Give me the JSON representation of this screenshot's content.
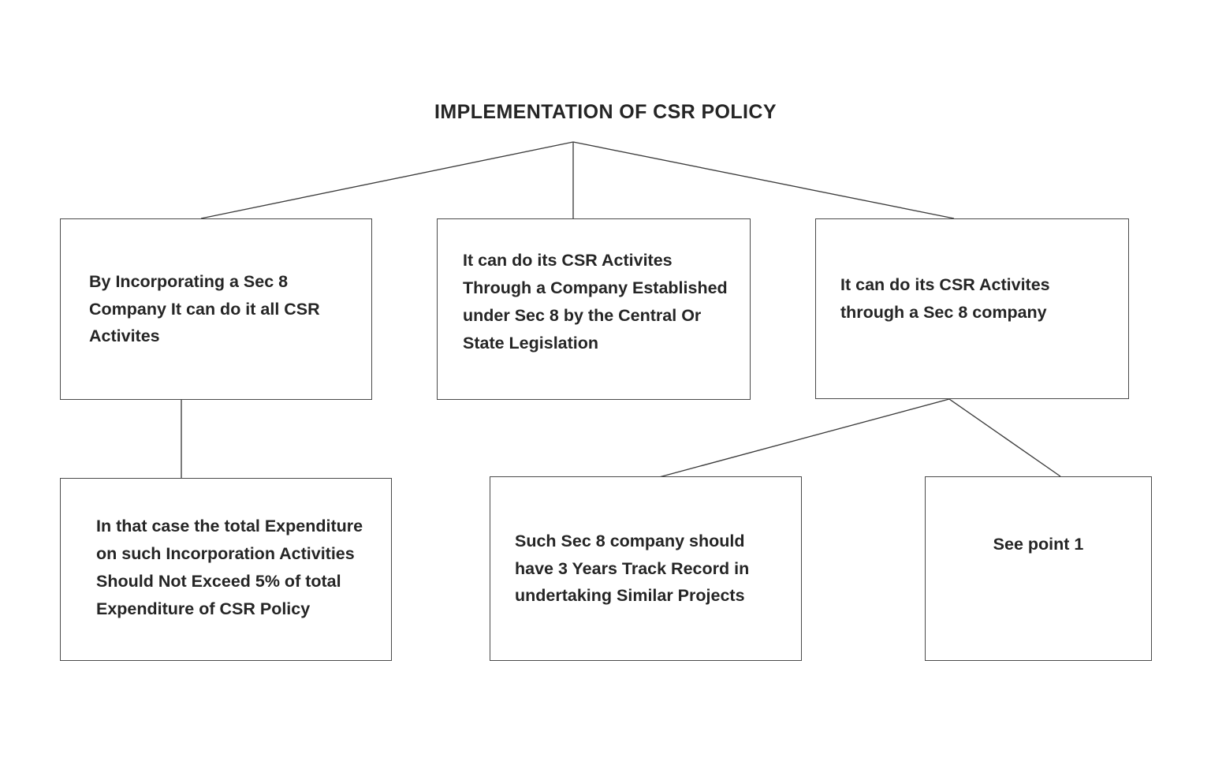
{
  "diagram": {
    "title": "IMPLEMENTATION OF CSR POLICY",
    "type": "hierarchy-tree",
    "colors": {
      "background": "#ffffff",
      "box_border": "#4a4a4a",
      "connector_line": "#3c3c3c",
      "text": "#252525"
    },
    "nodes": {
      "root": {
        "label": "IMPLEMENTATION OF CSR POLICY"
      },
      "level1": [
        {
          "id": "sec8-incorporate",
          "text": "By Incorporating a Sec 8 Company It can do it all CSR Activites"
        },
        {
          "id": "central-state-legislation",
          "text": "It can do its CSR Activites Through a Company Established under Sec 8 by the Central Or State Legislation"
        },
        {
          "id": "through-sec8",
          "text": "It can do its CSR Activites through a Sec 8 company"
        }
      ],
      "level2": [
        {
          "id": "expenditure-cap",
          "parent": "sec8-incorporate",
          "text": "In that case the total Expenditure on such Incorporation Activities Should Not Exceed 5% of total Expenditure of CSR Policy"
        },
        {
          "id": "track-record",
          "parent": "through-sec8",
          "text": "Such Sec 8 company should have 3 Years Track Record in undertaking Similar Projects"
        },
        {
          "id": "see-point-1",
          "parent": "through-sec8",
          "text": "See point 1"
        }
      ]
    }
  }
}
